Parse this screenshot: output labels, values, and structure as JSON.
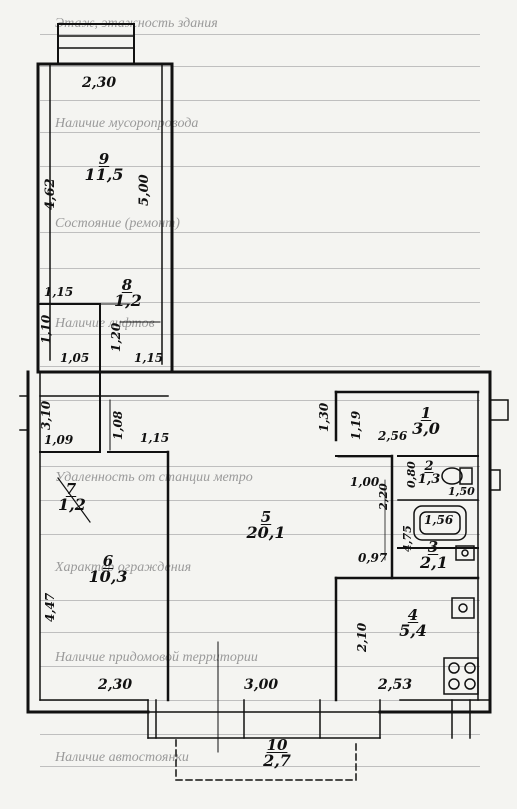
{
  "rooms": [
    {
      "id": "9",
      "num": "9",
      "area": "11,5"
    },
    {
      "id": "8",
      "num": "8",
      "area": "1,2"
    },
    {
      "id": "7",
      "num": "7",
      "area": "1,2"
    },
    {
      "id": "6",
      "num": "6",
      "area": "10,3"
    },
    {
      "id": "5",
      "num": "5",
      "area": "20,1"
    },
    {
      "id": "1",
      "num": "1",
      "area": "3,0"
    },
    {
      "id": "2",
      "num": "2",
      "area": "1,3"
    },
    {
      "id": "3",
      "num": "3",
      "area": "2,1"
    },
    {
      "id": "4",
      "num": "4",
      "area": "5,4"
    },
    {
      "id": "10",
      "num": "10",
      "area": "2,7"
    }
  ],
  "dims": {
    "d230_top": "2,30",
    "d462": "4,62",
    "d500": "5,00",
    "d115_left": "1,15",
    "d110": "1,10",
    "d120": "1,20",
    "d105": "1,05",
    "d115_mid": "1,15",
    "d310": "3,10",
    "d108": "1,08",
    "d115_lower": "1,15",
    "d109": "1,09",
    "d130": "1,30",
    "d119": "1,19",
    "d256": "2,56",
    "d100": "1,00",
    "d080": "0,80",
    "d220": "2,20",
    "d150": "1,50",
    "d156": "1,56",
    "d475": "4,75",
    "d097": "0,97",
    "d447": "4,47",
    "d210": "2,10",
    "d230_bot": "2,30",
    "d300": "3,00",
    "d253": "2,53"
  },
  "underlay": {
    "lines": [
      "Этаж, этажность здания",
      "Наличие мусоропровода",
      "Состояние (ремонт)",
      "Наличие лифтов",
      "Удаленность от станции метро",
      "Характер ограждения",
      "Наличие придомовой территории",
      "Наличие автостоянки"
    ]
  }
}
